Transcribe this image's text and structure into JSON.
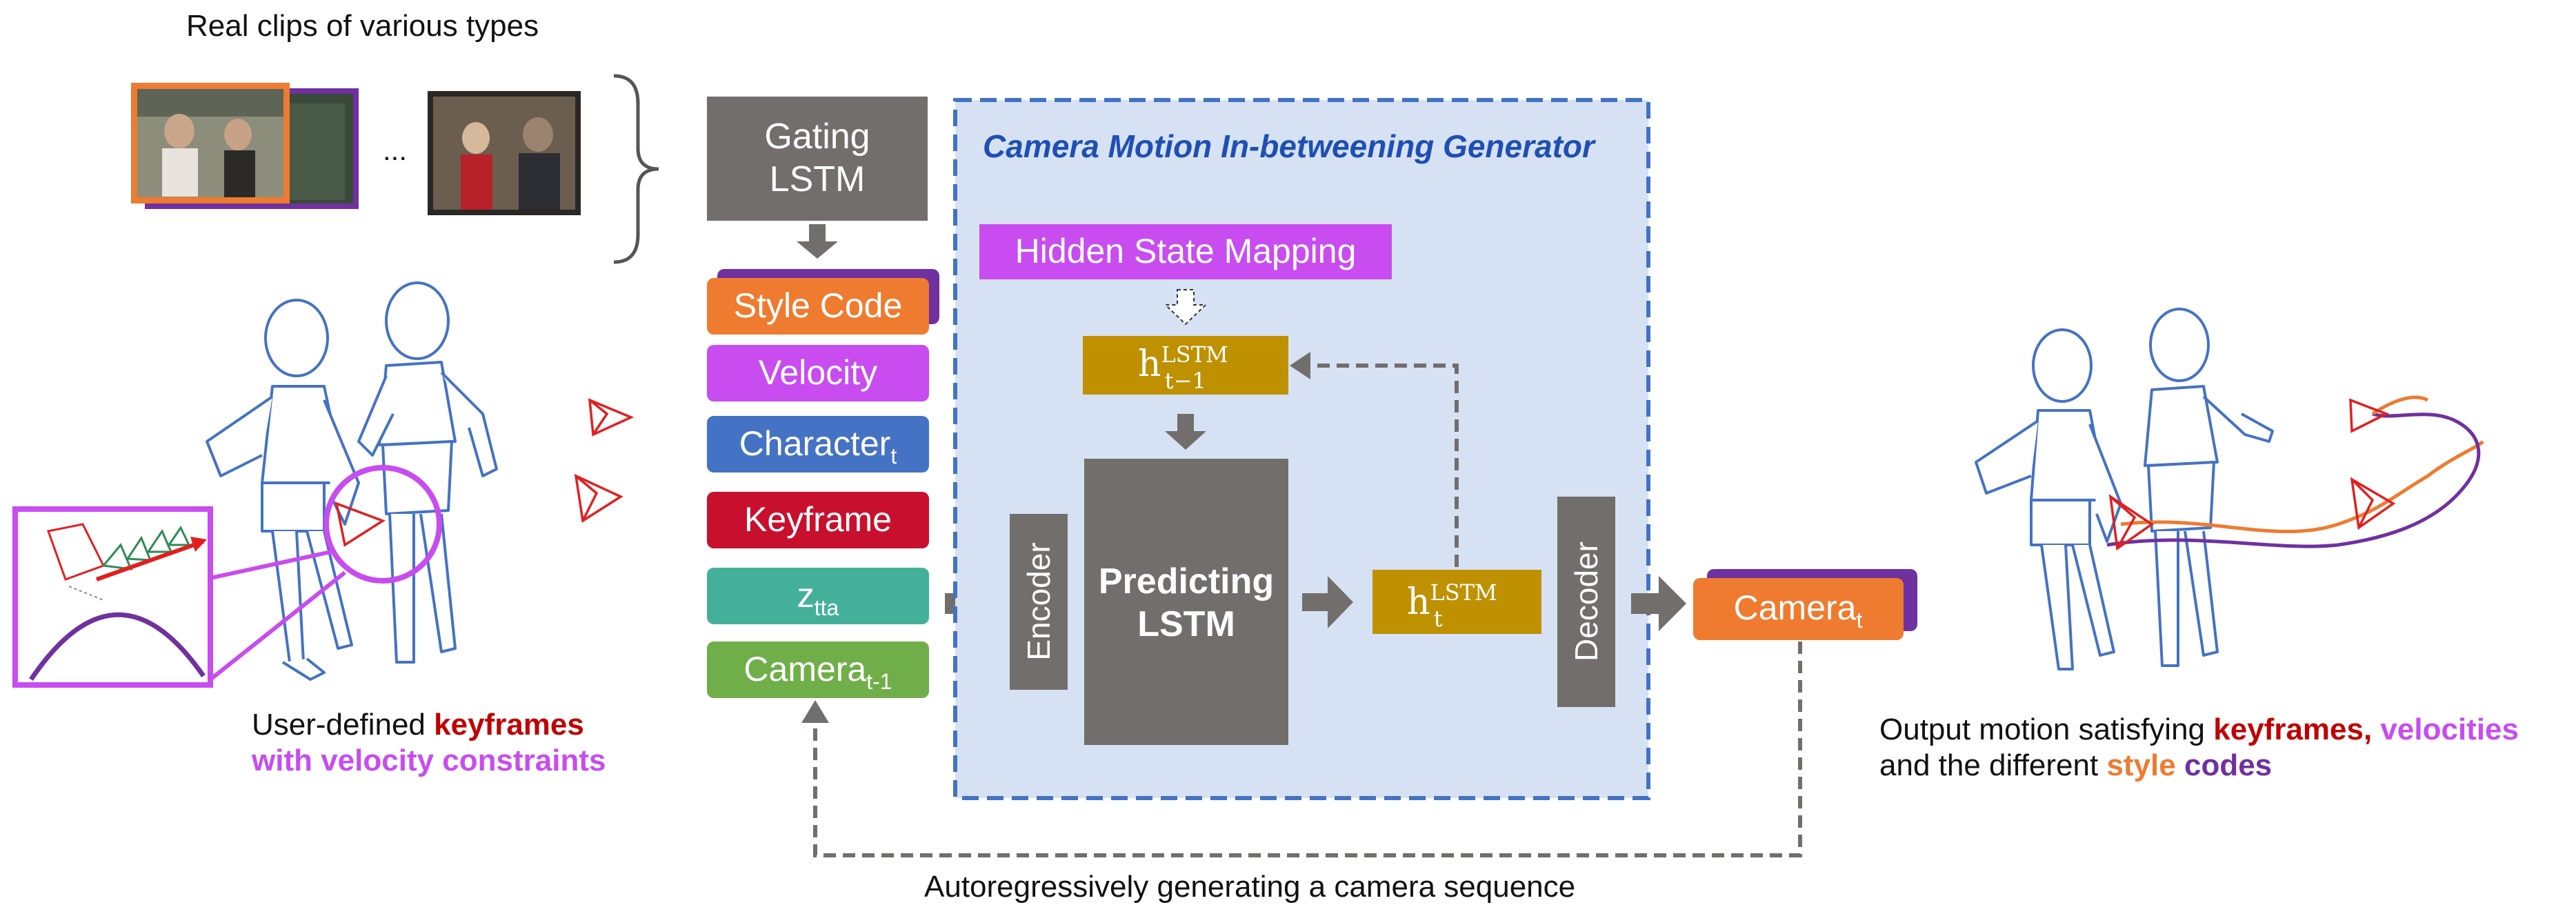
{
  "top_caption": "Real clips of various types",
  "clips_ellipsis": "...",
  "gating": {
    "line1": "Gating",
    "line2": "LSTM"
  },
  "inputs": [
    {
      "label": "Style Code",
      "sub": "",
      "color": "#EE7B30"
    },
    {
      "label": "Velocity",
      "sub": "",
      "color": "#C84CF0"
    },
    {
      "label": "Character",
      "sub": "t",
      "color": "#4472C4"
    },
    {
      "label": "Keyframe",
      "sub": "",
      "color": "#C8102E"
    },
    {
      "label": "z",
      "sub": "tta",
      "color": "#45B09A"
    },
    {
      "label": "Camera",
      "sub": "t-1",
      "color": "#6FAE48"
    }
  ],
  "generator": {
    "title": "Camera Motion In-betweening Generator",
    "hidden_state_mapping": "Hidden State Mapping",
    "h_prev": {
      "base": "h",
      "sup": "LSTM",
      "sub": "t−1"
    },
    "h_curr": {
      "base": "h",
      "sup": "LSTM",
      "sub": "t"
    },
    "encoder": "Encoder",
    "decoder": "Decoder",
    "predicting": {
      "line1": "Predicting",
      "line2": "LSTM"
    }
  },
  "output_box": {
    "label": "Camera",
    "sub": "t"
  },
  "left_caption": {
    "prefix": "User-defined ",
    "keyframes": "keyframes",
    "line2": "with velocity constraints"
  },
  "right_caption": {
    "prefix": "Output motion satisfying ",
    "keyframes": "keyframes,",
    "velocities": " velocities",
    "line2_prefix": "and the different ",
    "style": "style",
    "codes": " codes"
  },
  "bottom_caption": "Autoregressively  generating a camera sequence",
  "colors": {
    "gray": "#716E6C",
    "gold": "#BF9000",
    "purple": "#7030A0",
    "magenta": "#C84CF0",
    "orange": "#EE7B30",
    "generator_bg": "#D6E2F4",
    "generator_border": "#4472C4",
    "title_blue": "#1F4FB3",
    "red": "#C00000"
  }
}
